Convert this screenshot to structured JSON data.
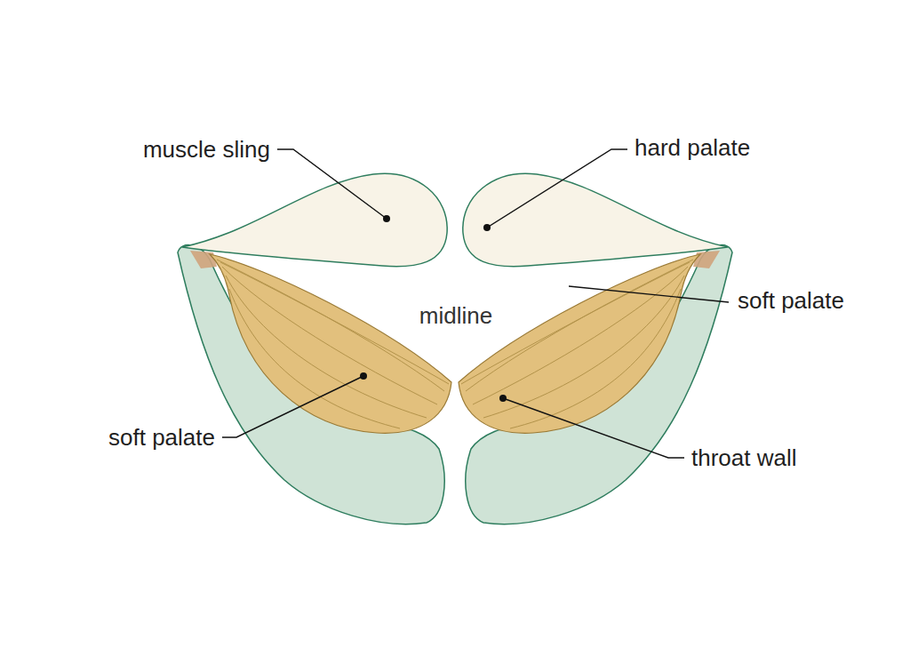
{
  "diagram": {
    "labels": [
      "muscle sling",
      "hard palate",
      "midline",
      "soft palate",
      "soft palate",
      "throat wall"
    ]
  }
}
